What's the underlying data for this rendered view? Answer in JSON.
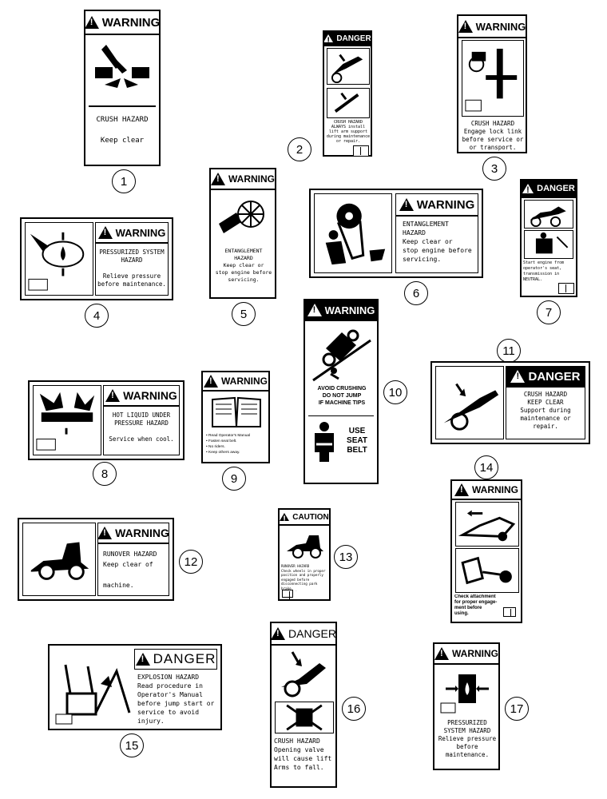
{
  "decals": [
    {
      "callout": "1",
      "header": "WARNING",
      "lines": "CRUSH HAZARD\n\nKeep clear"
    },
    {
      "callout": "2",
      "header": "DANGER",
      "lines": "CRUSH HAZARD\nALWAYS install\nlift arm support\nduring maintenance\nor repair."
    },
    {
      "callout": "3",
      "header": "WARNING",
      "lines": "CRUSH HAZARD\nEngage lock link\nbefore service or\nor transport."
    },
    {
      "callout": "4",
      "header": "WARNING",
      "lines": "PRESSURIZED SYSTEM\nHAZARD\n\nRelieve pressure\nbefore maintenance."
    },
    {
      "callout": "5",
      "header": "WARNING",
      "lines": "ENTANGLEMENT\nHAZARD\nKeep clear or\nstop engine before\nservicing."
    },
    {
      "callout": "6",
      "header": "WARNING",
      "lines": "ENTANGLEMENT\nHAZARD\nKeep clear or\nstop engine before\nservicing."
    },
    {
      "callout": "7",
      "header": "DANGER",
      "lines": "Start engine from\noperator's seat,\ntransmission in\nNEUTRAL."
    },
    {
      "callout": "8",
      "header": "WARNING",
      "lines": "HOT LIQUID UNDER\nPRESSURE HAZARD\n\nService when cool."
    },
    {
      "callout": "9",
      "header": "WARNING",
      "lines": "• Read Operator's Manual\n• Fasten seat belt.\n• No riders.\n• Keep others away."
    },
    {
      "callout": "10",
      "header": "WARNING",
      "lines": "AVOID CRUSHING\nDO NOT JUMP\nIF MACHINE TIPS",
      "lines2": "USE\nSEAT\nBELT"
    },
    {
      "callout": "11",
      "header": "DANGER",
      "lines": "CRUSH HAZARD\nKEEP CLEAR\nSupport during\nmaintenance or\nrepair."
    },
    {
      "callout": "12",
      "header": "WARNING",
      "lines": "RUNOVER HAZARD\nKeep clear of\n\nmachine."
    },
    {
      "callout": "13",
      "header": "CAUTION",
      "lines": "RUNOVER HAZARD\nCheck wheels in proper\nposition and properly\nengaged before\ndisconnecting park brake\nfor towing."
    },
    {
      "callout": "14",
      "header": "WARNING",
      "lines": "Check attachment\nfor proper engage-\nment before\nusing."
    },
    {
      "callout": "15",
      "header": "DANGER",
      "lines": "EXPLOSION HAZARD\nRead procedure in\nOperator's Manual\nbefore jump start or\nservice to avoid\ninjury."
    },
    {
      "callout": "16",
      "header": "DANGER",
      "lines": "CRUSH HAZARD\nOpening valve\nwill cause lift\nArms to fall."
    },
    {
      "callout": "17",
      "header": "WARNING",
      "lines": "PRESSURIZED\nSYSTEM HAZARD\nRelieve pressure\nbefore maintenance."
    }
  ]
}
